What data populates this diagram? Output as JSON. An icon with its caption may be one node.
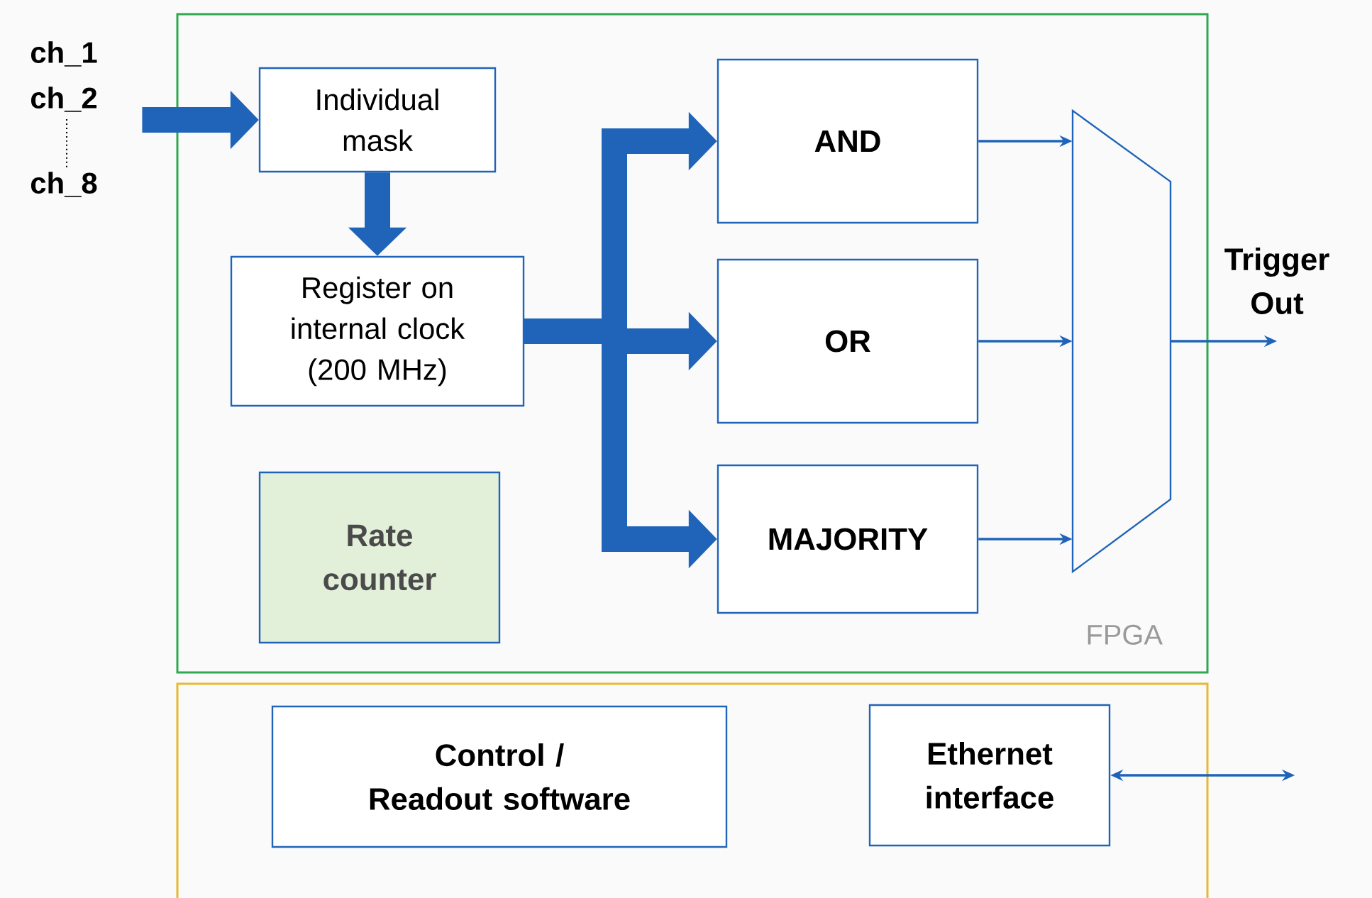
{
  "diagram": {
    "nodes": [
      {
        "text": [
          "FPGA"
        ]
      },
      {
        "text": [],
        "shape": "box"
      },
      {
        "text": [
          "ch_1",
          "ch_2",
          "ch_8"
        ]
      },
      {
        "text": [
          "Individual mask"
        ],
        "in": 0
      },
      {
        "text": [
          "Register on internal clock (200 MHz)"
        ],
        "in": 0
      },
      {
        "text": [
          "AND"
        ],
        "in": 0
      },
      {
        "text": [
          "OR"
        ],
        "in": 0
      },
      {
        "text": [
          "MAJORITY"
        ],
        "in": 0
      },
      {
        "text": [
          "Rate counter"
        ],
        "in": 0
      },
      {
        "text": [],
        "shape": "trapezoid",
        "in": 0
      },
      {
        "text": [
          "Trigger Out"
        ]
      },
      {
        "text": [
          "Control / Readout software"
        ],
        "in": 1
      },
      {
        "text": [
          "Ethernet interface"
        ],
        "in": 1
      }
    ],
    "edges": [
      {
        "from": 2,
        "to": 3,
        "arrow": "to",
        "style": "thick"
      },
      {
        "from": 3,
        "to": 4,
        "arrow": "to",
        "style": "thick"
      },
      {
        "from": 4,
        "to": 5,
        "arrow": "to",
        "style": "thick"
      },
      {
        "from": 4,
        "to": 6,
        "arrow": "to",
        "style": "thick"
      },
      {
        "from": 4,
        "to": 7,
        "arrow": "to",
        "style": "thick"
      },
      {
        "from": 5,
        "to": 9,
        "arrow": "to"
      },
      {
        "from": 6,
        "to": 9,
        "arrow": "to"
      },
      {
        "from": 7,
        "to": 9,
        "arrow": "to"
      },
      {
        "from": 9,
        "to": 10,
        "arrow": "to"
      },
      {
        "from": 12,
        "to": null,
        "arrow": "both"
      }
    ]
  }
}
